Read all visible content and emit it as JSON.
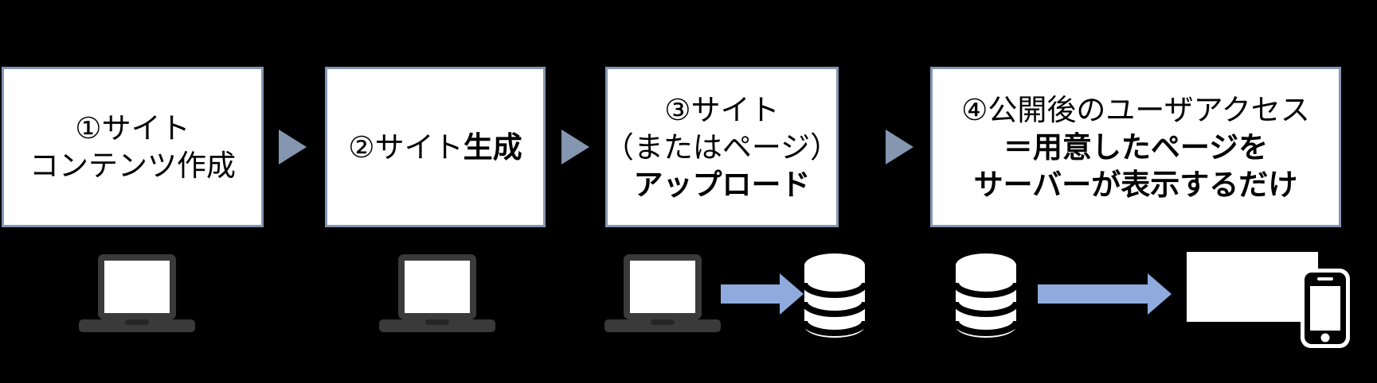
{
  "diagram_title": "static-site-publish-flow",
  "colors": {
    "background": "#000000",
    "box_fill": "#ffffff",
    "box_border": "#8496b0",
    "box_text": "#000000",
    "step_arrow": "#8496b0",
    "flow_arrow": "#8faadc",
    "device_dark": "#3a3a3a",
    "device_notch": "#262626",
    "icon_white": "#ffffff",
    "icon_black": "#000000"
  },
  "steps": [
    {
      "name": "step-1",
      "lines": [
        [
          {
            "text": "①サイト",
            "bold": false
          }
        ],
        [
          {
            "text": "コンテンツ作成",
            "bold": false
          }
        ]
      ]
    },
    {
      "name": "step-2",
      "lines": [
        [
          {
            "text": "②サイト",
            "bold": false
          },
          {
            "text": "生成",
            "bold": true
          }
        ]
      ]
    },
    {
      "name": "step-3",
      "lines": [
        [
          {
            "text": "③サイト",
            "bold": false
          }
        ],
        [
          {
            "text": "（またはページ）",
            "bold": false
          }
        ],
        [
          {
            "text": "アップロード",
            "bold": true
          }
        ]
      ]
    },
    {
      "name": "step-4",
      "lines": [
        [
          {
            "text": "④公開後のユーザアクセス",
            "bold": false
          }
        ],
        [
          {
            "text": "＝用意したページを",
            "bold": true
          }
        ],
        [
          {
            "text": "サーバーが表示するだけ",
            "bold": true
          }
        ]
      ]
    }
  ],
  "connectors": [
    {
      "name": "triangle-right-icon",
      "between": [
        "step-1",
        "step-2"
      ]
    },
    {
      "name": "triangle-right-icon",
      "between": [
        "step-2",
        "step-3"
      ]
    },
    {
      "name": "triangle-right-icon",
      "between": [
        "step-3",
        "step-4"
      ]
    }
  ],
  "icon_row": [
    {
      "name": "laptop-icon",
      "under_step": "step-1"
    },
    {
      "name": "laptop-icon",
      "under_step": "step-2"
    },
    {
      "name": "laptop-icon",
      "under_step": "step-3"
    },
    {
      "name": "arrow-right-icon",
      "under_step": "step-3"
    },
    {
      "name": "database-icon",
      "under_step": "step-3"
    },
    {
      "name": "database-icon",
      "under_step": "step-4"
    },
    {
      "name": "arrow-right-icon",
      "under_step": "step-4"
    },
    {
      "name": "monitor-icon",
      "under_step": "step-4"
    },
    {
      "name": "smartphone-icon",
      "under_step": "step-4"
    }
  ]
}
